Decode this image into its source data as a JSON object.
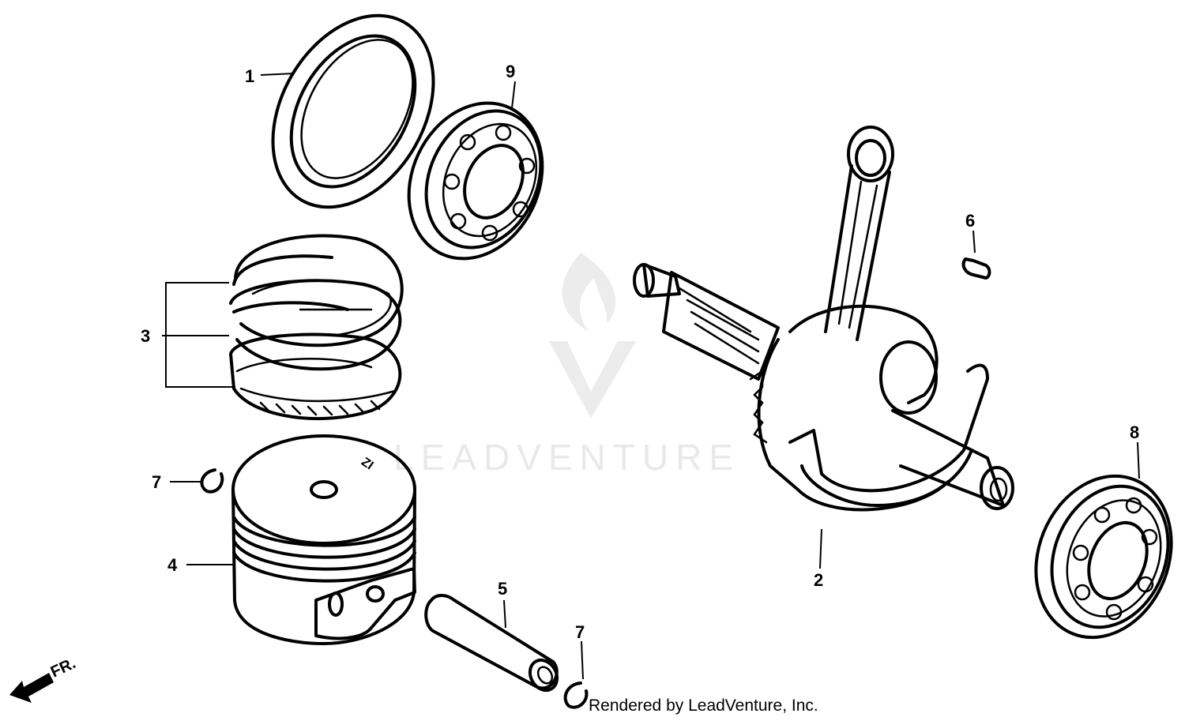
{
  "watermark": {
    "text": "LEADVENTURE"
  },
  "front_marker": {
    "label": "FR."
  },
  "piston_mark": "ZI",
  "callouts": {
    "c1": "1",
    "c2": "2",
    "c3": "3",
    "c4": "4",
    "c5": "5",
    "c6": "6",
    "c7a": "7",
    "c7b": "7",
    "c8": "8",
    "c9": "9"
  },
  "credit": "Rendered by LeadVenture, Inc."
}
